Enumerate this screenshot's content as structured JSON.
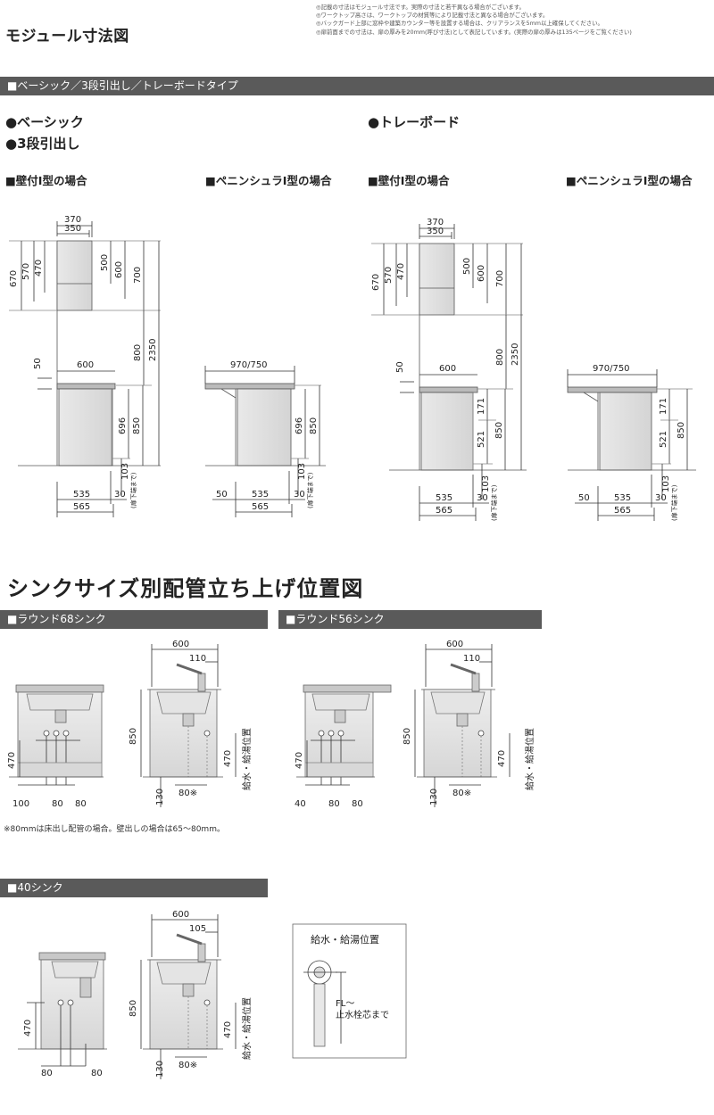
{
  "page": {
    "title": "モジュール寸法図",
    "notes": [
      "◎記載の寸法はモジュール寸法です。実際の寸法と若干異なる場合がございます。",
      "◎ワークトップ高さは、ワークトップの材質等により記載寸法と異なる場合がございます。",
      "◎バックガード上部に窓枠や建築カウンター等を設置する場合は、クリアランスを5mm以上確保してください。",
      "◎扉前面までの寸法は、扉の厚みを20mm(呼び寸法)として表記しています。(実際の扉の厚みは135ページをご覧ください)"
    ]
  },
  "module_section": {
    "bar_label": "■ベーシック／3段引出し／トレーボードタイプ",
    "left_bullets": [
      "●ベーシック",
      "●3段引出し"
    ],
    "right_bullet": "●トレーボード",
    "sub_wall": "■壁付I型の場合",
    "sub_peninsula": "■ペニンシュラI型の場合",
    "wall_cabinet": {
      "d370": "370",
      "d350": "350",
      "h670": "670",
      "h570": "570",
      "h470": "470",
      "h500": "500",
      "h600": "600",
      "h700": "700"
    },
    "common": {
      "h800": "800",
      "h2350": "2350",
      "d50": "50",
      "d600": "600",
      "h696": "696",
      "h850": "850",
      "h103": "103",
      "d30": "30",
      "d535": "535",
      "d565": "565",
      "toe_note": "(扉下端まで)",
      "peninsula_width": "970/750",
      "h171": "171",
      "h521": "521"
    }
  },
  "sink_section": {
    "title": "シンクサイズ別配管立ち上げ位置図",
    "round68": {
      "bar": "■ラウンド68シンク",
      "h470": "470",
      "d100": "100",
      "d80a": "80",
      "d80b": "80"
    },
    "round56": {
      "bar": "■ラウンド56シンク",
      "h470": "470",
      "d40": "40",
      "d80a": "80",
      "d80b": "80"
    },
    "side": {
      "w600": "600",
      "d110": "110",
      "h850": "850",
      "h470": "470",
      "h130": "130",
      "d80note": "80※",
      "supply": "給水・給湯位置"
    },
    "footnote": "※80mmは床出し配管の場合。壁出しの場合は65～80mm。",
    "sink40": {
      "bar": "■40シンク",
      "h470": "470",
      "d80a": "80",
      "d80b": "80",
      "w600": "600",
      "d105": "105",
      "h850": "850",
      "h470b": "470",
      "h130": "130",
      "d80note": "80※",
      "supply": "給水・給湯位置"
    },
    "detail": {
      "title": "給水・給湯位置",
      "fl1": "FL～",
      "fl2": "止水栓芯まで"
    }
  }
}
